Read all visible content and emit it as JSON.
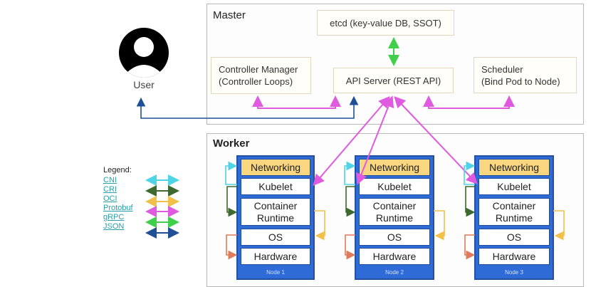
{
  "user": {
    "label": "User",
    "icon": "user-avatar-icon"
  },
  "master": {
    "title": "Master",
    "components": {
      "etcd": "etcd (key-value DB, SSOT)",
      "controller_manager": [
        "Controller Manager",
        "(Controller Loops)"
      ],
      "api_server": "API Server (REST API)",
      "scheduler": [
        "Scheduler",
        "(Bind Pod to Node)"
      ]
    }
  },
  "worker": {
    "title": "Worker",
    "layers": [
      "Networking",
      "Kubelet",
      "Container Runtime",
      "OS",
      "Hardware"
    ],
    "container_runtime_lines": [
      "Container",
      "Runtime"
    ],
    "nodes": [
      {
        "label": "Node 1"
      },
      {
        "label": "Node 2"
      },
      {
        "label": "Node 3"
      }
    ]
  },
  "legend": {
    "title": "Legend:",
    "items": [
      {
        "label": "CNI",
        "color": "#4fd3e6"
      },
      {
        "label": "CRI",
        "color": "#3d6b2f"
      },
      {
        "label": "OCI",
        "color": "#f0c04a"
      },
      {
        "label": "Protobuf",
        "color": "#e05ae0"
      },
      {
        "label": "gRPC",
        "color": "#3fcf4a"
      },
      {
        "label": "JSON",
        "color": "#1f4f95"
      }
    ]
  },
  "colors": {
    "node_blue": "#2f6bd6",
    "networking_fill": "#f9d67f",
    "cni": "#4fd3e6",
    "cri": "#3d6b2f",
    "oci": "#f0c04a",
    "protobuf": "#e05ae0",
    "grpc": "#3fcf4a",
    "json": "#1f4f95",
    "hw_link": "#e07a5a"
  }
}
